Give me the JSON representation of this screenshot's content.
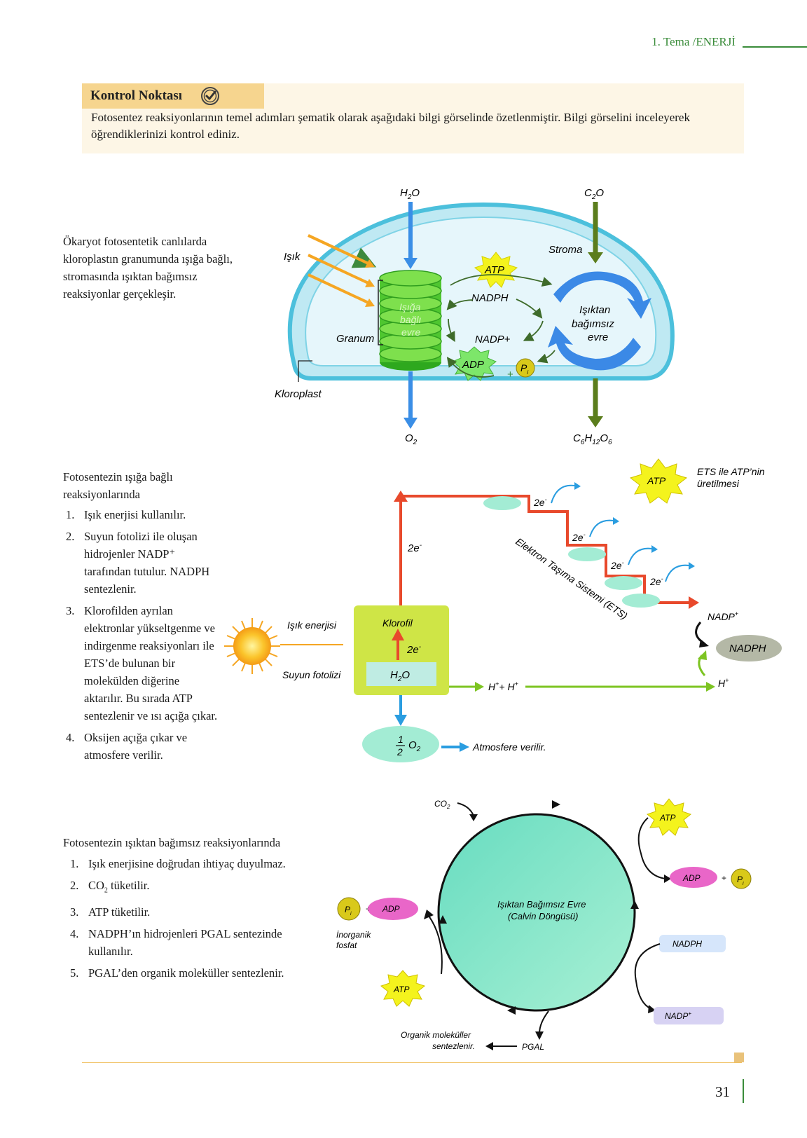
{
  "header": {
    "title": "1. Tema /ENERJİ"
  },
  "kontrol": {
    "title": "Kontrol Noktası",
    "text": "Fotosentez reaksiyonlarının temel adımları şematik olarak aşağıdaki bilgi görselinde özetlenmiştir. Bilgi görselini inceleyerek öğrendiklerinizi kontrol ediniz."
  },
  "section1": {
    "text": "Ökaryot fotosentetik canlılarda kloroplastın granumunda ışığa bağlı, stromasında ışıktan bağımsız reaksiyonlar gerçekleşir.",
    "labels": {
      "h2o_h": "H",
      "h2o_sub": "2",
      "h2o_o": "O",
      "co2_c": "C",
      "co2_sub": "2",
      "co2_o": "O",
      "isik": "Işık",
      "stroma": "Stroma",
      "atp": "ATP",
      "nadph": "NADPH",
      "nadp_plus": "NADP+",
      "adp": "ADP",
      "plus": "+",
      "pi_p": "P",
      "pi_sub": "i",
      "granum": "Granum",
      "isiga_bagli_1": "Işığa",
      "isiga_bagli_2": "bağlı",
      "isiga_bagli_3": "evre",
      "isiktan_1": "Işıktan",
      "isiktan_2": "bağımsız",
      "isiktan_3": "evre",
      "kloroplast": "Kloroplast",
      "o2_o": "O",
      "o2_sub": "2",
      "glu_c": "C",
      "glu_6a": "6",
      "glu_h": "H",
      "glu_12": "12",
      "glu_o": "O",
      "glu_6b": "6"
    }
  },
  "section2": {
    "intro": "Fotosentezin ışığa bağlı reaksiyonlarında",
    "steps": [
      {
        "n": "1.",
        "t": "Işık enerjisi kullanılır."
      },
      {
        "n": "2.",
        "t": "Suyun fotolizi ile oluşan hidrojenler NADP⁺ tarafından tutulur. NADPH sentezlenir."
      },
      {
        "n": "3.",
        "t": "Klorofilden ayrılan elektronlar yükseltgenme ve indirgenme reaksiyonları ile ETS’de bulunan bir molekülden diğerine aktarılır. Bu sırada ATP sentezlenir ve ısı açığa çıkar."
      },
      {
        "n": "4.",
        "t": "Oksijen açığa çıkar ve atmosfere verilir."
      }
    ],
    "labels": {
      "atp": "ATP",
      "ets_atp_1": "ETS ile ATP’nin",
      "ets_atp_2": "üretilmesi",
      "e2": "2e",
      "minus": "-",
      "ets": "Elektron Taşıma Sistemi (ETS)",
      "nadp": "NADP",
      "plus_sup": "+",
      "nadph": "NADPH",
      "h": "H",
      "isik_enerjisi": "Işık enerjisi",
      "suyun_fotolizi": "Suyun fotolizi",
      "klorofil": "Klorofil",
      "h2o_h": "H",
      "h2o_sub": "2",
      "h2o_o": "O",
      "hh_mid": "+ H",
      "half_1": "1",
      "half_2": "2",
      "o2_o": "O",
      "o2_sub": "2",
      "atmosfere": "Atmosfere verilir."
    }
  },
  "section3": {
    "intro": "Fotosentezin ışıktan bağımsız reaksiyonlarında",
    "steps": [
      {
        "n": "1.",
        "t": "Işık enerjisine doğrudan ihtiyaç duyulmaz."
      },
      {
        "n": "2.",
        "t_a": "CO",
        "t_sub": "2",
        "t_b": " tüketilir."
      },
      {
        "n": "3.",
        "t": "ATP tüketilir."
      },
      {
        "n": "4.",
        "t": "NADPH’ın hidrojenleri PGAL sentezinde kullanılır."
      },
      {
        "n": "5.",
        "t": "PGAL’den organik moleküller sentezlenir."
      }
    ],
    "labels": {
      "co2_co": "CO",
      "co2_sub": "2",
      "atp": "ATP",
      "adp": "ADP",
      "plus": "+",
      "pi_p": "P",
      "pi_sub": "i",
      "calvin_1": "Işıktan Bağımsız Evre",
      "calvin_2": "(Calvin Döngüsü)",
      "inorganik_1": "İnorganik",
      "inorganik_2": "fosfat",
      "nadph": "NADPH",
      "nadp": "NADP",
      "organik_1": "Organik moleküller",
      "organik_2": "sentezlenir.",
      "pgal": "PGAL"
    }
  },
  "footer": {
    "page": "31"
  }
}
